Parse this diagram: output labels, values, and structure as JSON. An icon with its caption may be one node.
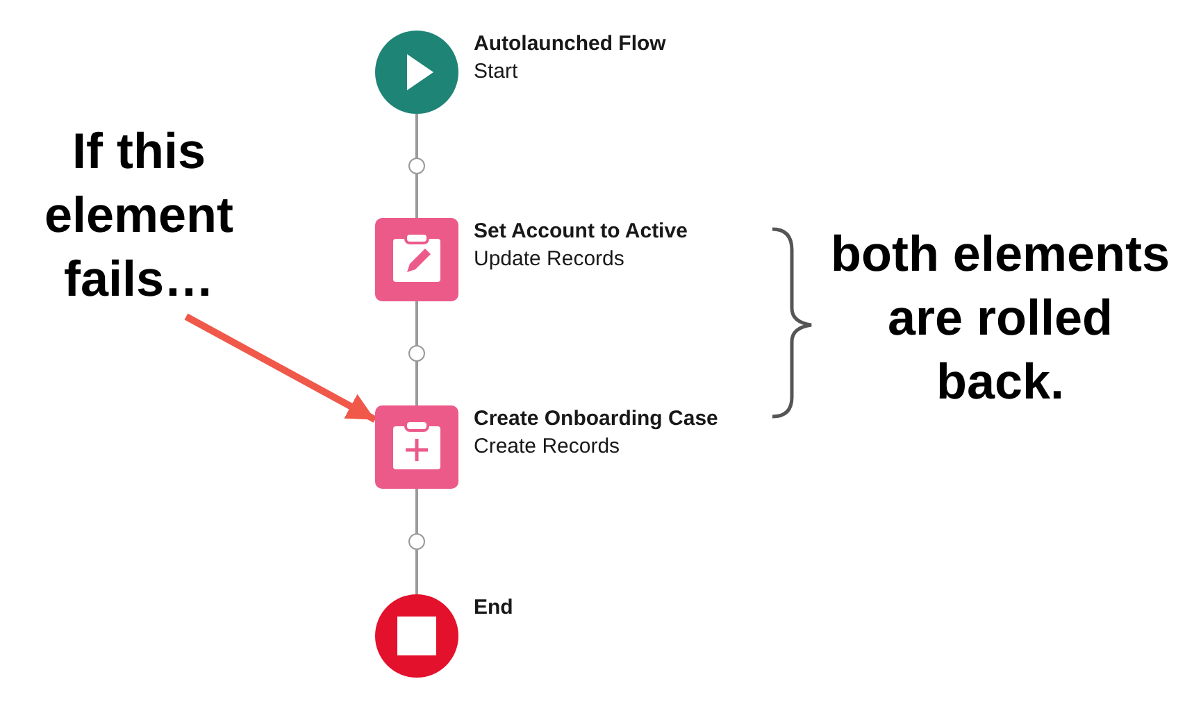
{
  "diagram": {
    "nodes": [
      {
        "text": [
          "Autolaunched Flow",
          "Start"
        ]
      },
      {
        "text": [
          "Set Account to Active",
          "Update Records"
        ]
      },
      {
        "text": [
          "Create Onboarding Case",
          "Create Records"
        ]
      },
      {
        "text": [
          "End"
        ]
      },
      {
        "text": [
          "If this element fails…"
        ]
      }
    ],
    "edges": [
      {
        "from": 0,
        "to": 1,
        "arrow": "none"
      },
      {
        "from": 1,
        "to": 2,
        "arrow": "none"
      },
      {
        "from": 2,
        "to": 3,
        "arrow": "none"
      },
      {
        "from": 4,
        "to": 2,
        "arrow": "to",
        "style": "thick",
        "color": "#f0584a"
      }
    ],
    "labels": [
      "both elements are rolled back."
    ]
  }
}
